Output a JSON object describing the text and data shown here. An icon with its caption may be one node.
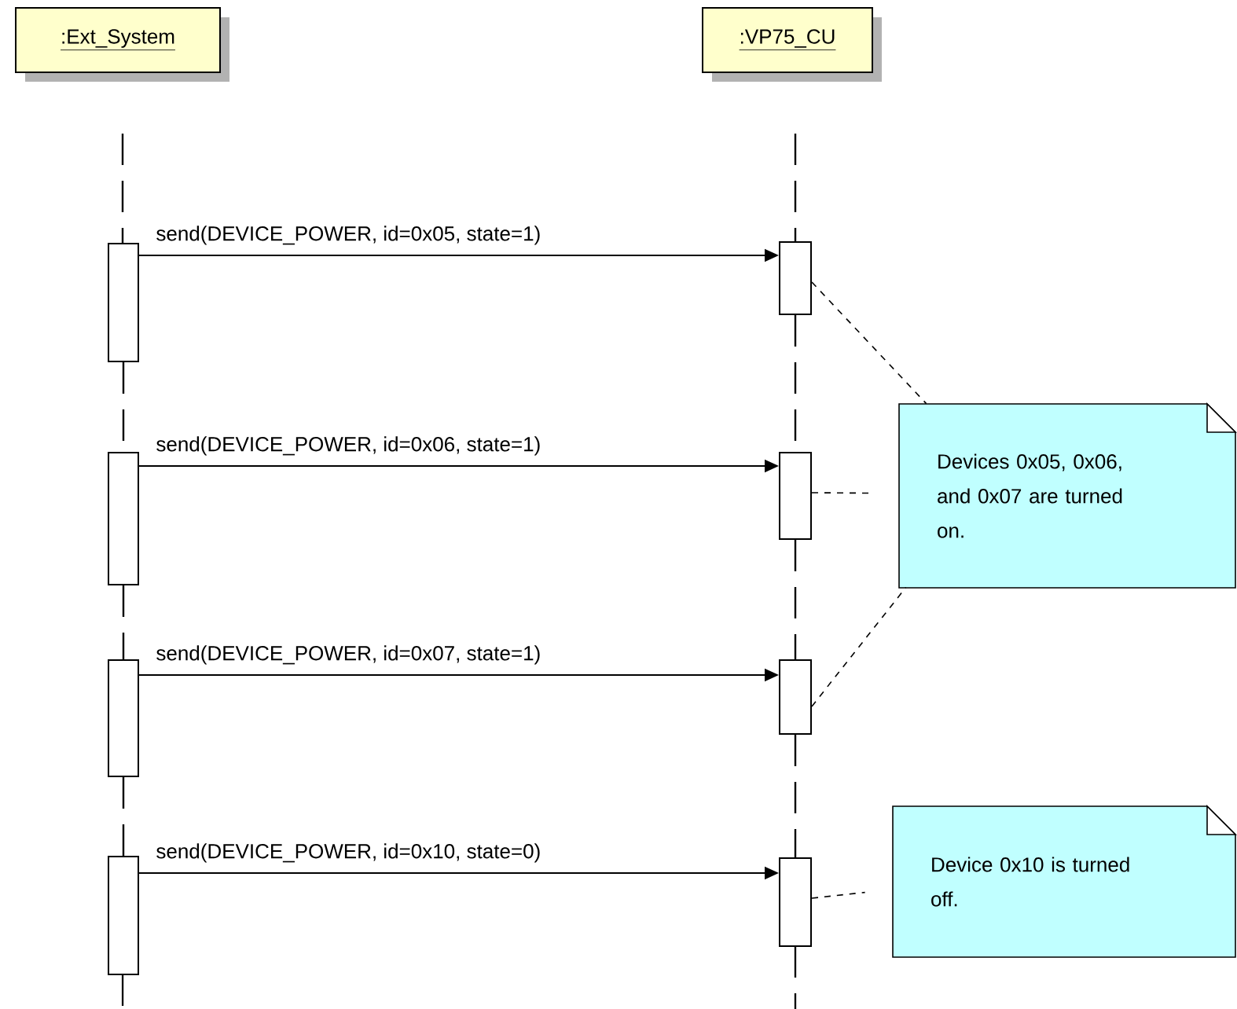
{
  "diagram": {
    "nodes": [
      {
        "text": [
          ":Ext_System"
        ]
      },
      {
        "text": [
          ":VP75_CU"
        ]
      },
      {
        "text": [],
        "shape": "bar"
      },
      {
        "text": [],
        "shape": "bar"
      },
      {
        "text": [],
        "shape": "bar"
      },
      {
        "text": [],
        "shape": "bar"
      },
      {
        "text": [
          "Devices 0x05, 0x06, and 0x07 are turned on."
        ]
      },
      {
        "text": [],
        "shape": "bar"
      },
      {
        "text": [],
        "shape": "bar"
      },
      {
        "text": [],
        "shape": "bar"
      },
      {
        "text": [],
        "shape": "bar"
      },
      {
        "text": [
          "Device 0x10 is turned off."
        ]
      }
    ],
    "edges": [
      {
        "from": 2,
        "to": 3,
        "arrow": "to",
        "label": "send(DEVICE_POWER, id=0x05, state=1)"
      },
      {
        "from": 4,
        "to": 5,
        "arrow": "to",
        "label": "send(DEVICE_POWER, id=0x06, state=1)"
      },
      {
        "from": 7,
        "to": 8,
        "arrow": "to",
        "label": "send(DEVICE_POWER, id=0x07, state=1)"
      },
      {
        "from": 9,
        "to": 10,
        "arrow": "to",
        "label": "send(DEVICE_POWER, id=0x10, state=0)"
      },
      {
        "from": 3,
        "to": 6,
        "arrow": "none",
        "style": "dashed"
      },
      {
        "from": 5,
        "to": 6,
        "arrow": "none",
        "style": "dashed"
      },
      {
        "from": 8,
        "to": 6,
        "arrow": "none",
        "style": "dashed"
      },
      {
        "from": 10,
        "to": 11,
        "arrow": "none",
        "style": "dashed"
      },
      {
        "from": 2,
        "to": 4,
        "arrow": "none",
        "style": "dashed"
      },
      {
        "from": 4,
        "to": 7,
        "arrow": "none",
        "style": "dashed"
      },
      {
        "from": 7,
        "to": 9,
        "arrow": "none",
        "style": "dashed"
      },
      {
        "from": 3,
        "to": 5,
        "arrow": "none",
        "style": "dashed"
      },
      {
        "from": 5,
        "to": 8,
        "arrow": "none",
        "style": "dashed"
      },
      {
        "from": 8,
        "to": 10,
        "arrow": "none",
        "style": "dashed"
      }
    ]
  }
}
